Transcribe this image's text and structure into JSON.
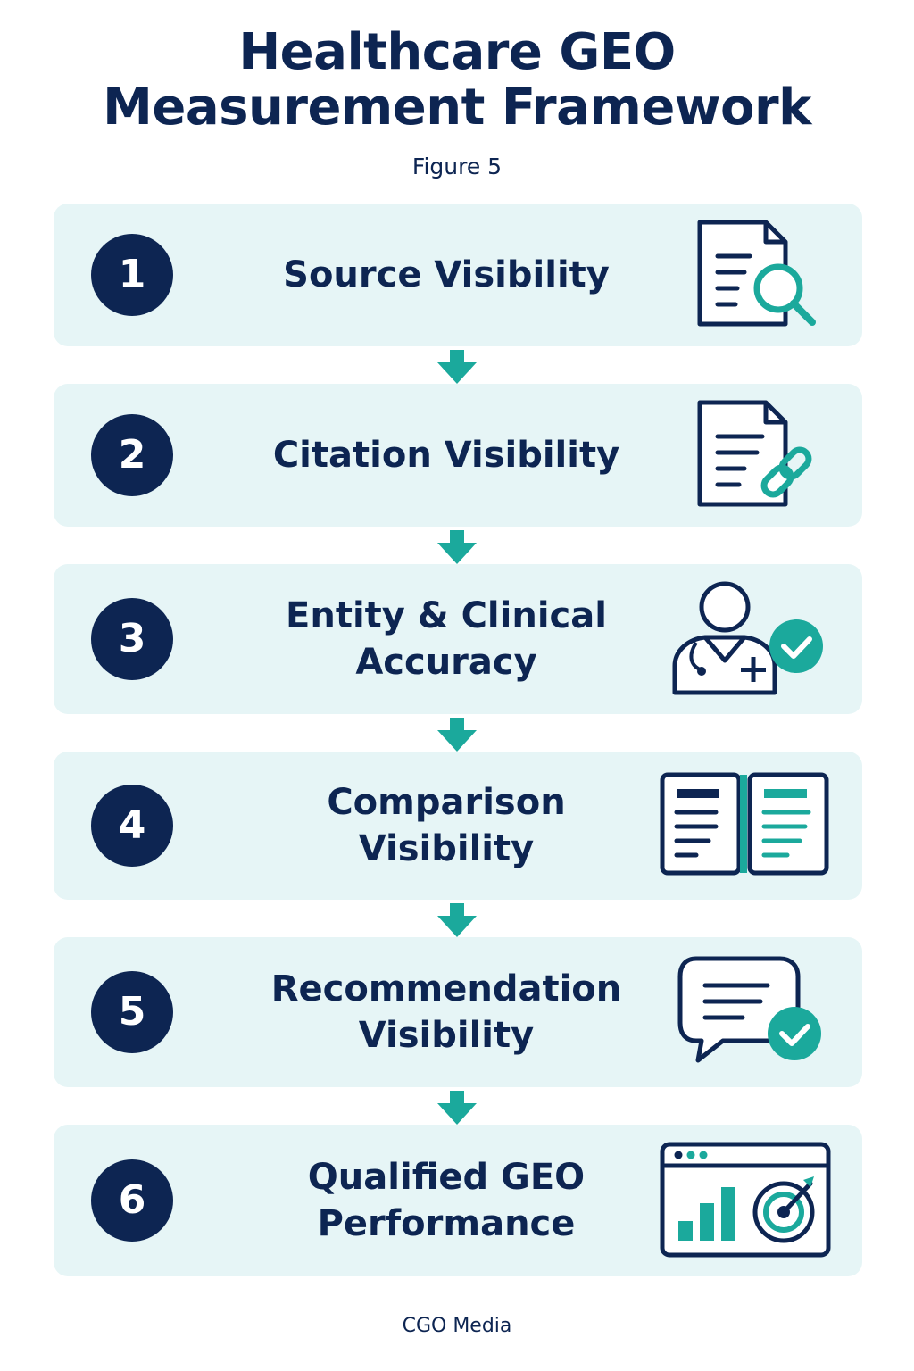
{
  "header": {
    "title_line1": "Healthcare GEO",
    "title_line2": "Measurement Framework",
    "subtitle": "Figure 5"
  },
  "steps": [
    {
      "number": "1",
      "label_line1": "Source Visibility",
      "label_line2": "",
      "icon": "document-search-icon"
    },
    {
      "number": "2",
      "label_line1": "Citation Visibility",
      "label_line2": "",
      "icon": "document-link-icon"
    },
    {
      "number": "3",
      "label_line1": "Entity & Clinical",
      "label_line2": "Accuracy",
      "icon": "doctor-check-icon"
    },
    {
      "number": "4",
      "label_line1": "Comparison",
      "label_line2": "Visibility",
      "icon": "side-by-side-documents-icon"
    },
    {
      "number": "5",
      "label_line1": "Recommendation",
      "label_line2": "Visibility",
      "icon": "chat-check-icon"
    },
    {
      "number": "6",
      "label_line1": "Qualified GEO",
      "label_line2": "Performance",
      "icon": "dashboard-target-icon"
    }
  ],
  "footer": {
    "source": "CGO Media"
  },
  "colors": {
    "navy": "#0d2552",
    "teal": "#1ba99c",
    "card_background": "#e6f5f6",
    "page_background": "#ffffff"
  }
}
